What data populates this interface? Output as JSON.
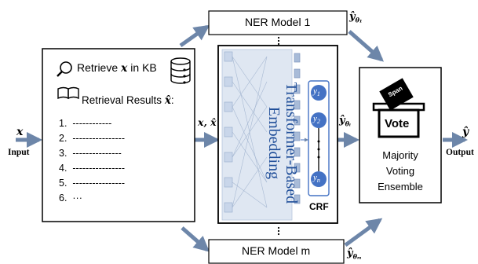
{
  "input": {
    "symbol": "x",
    "label": "Input"
  },
  "retrieval_box": {
    "retrieve_text_pre": "Retrieve",
    "retrieve_var": "x",
    "retrieve_text_post": "in KB",
    "results_text": "Retrieval Results",
    "results_var": "x̂",
    "results_colon": ":",
    "items": [
      {
        "num": "1.",
        "text": "------------"
      },
      {
        "num": "2.",
        "text": "----------------"
      },
      {
        "num": "3.",
        "text": "---------------"
      },
      {
        "num": "4.",
        "text": "----------------"
      },
      {
        "num": "5.",
        "text": "----------------"
      },
      {
        "num": "6.",
        "text": "···"
      }
    ]
  },
  "mid_input_label": "x, x̂",
  "ner_models": {
    "top": "NER Model 1",
    "bottom": "NER Model m"
  },
  "encoder": {
    "label_line1": "Transformer-Based",
    "label_line2": "Embedding"
  },
  "crf": {
    "label": "CRF",
    "nodes": [
      {
        "base": "y",
        "sub": "1"
      },
      {
        "base": "y",
        "sub": "2"
      },
      {
        "base": "y",
        "sub": "n"
      }
    ]
  },
  "model_outputs": {
    "top": {
      "base": "ŷ",
      "sub": "θ₁"
    },
    "mid": {
      "base": "ŷ",
      "sub": "θᵢ"
    },
    "bottom": {
      "base": "ŷ",
      "sub": "θₘ"
    }
  },
  "ensemble": {
    "ballot": "Span",
    "vote": "Vote",
    "label_lines": [
      "Majority",
      "Voting",
      "Ensemble"
    ]
  },
  "output": {
    "symbol": "ŷ",
    "label": "Output"
  },
  "colors": {
    "arrow": "#6d86a9",
    "node": "#4472c4",
    "panel": "#dfe7f2"
  }
}
